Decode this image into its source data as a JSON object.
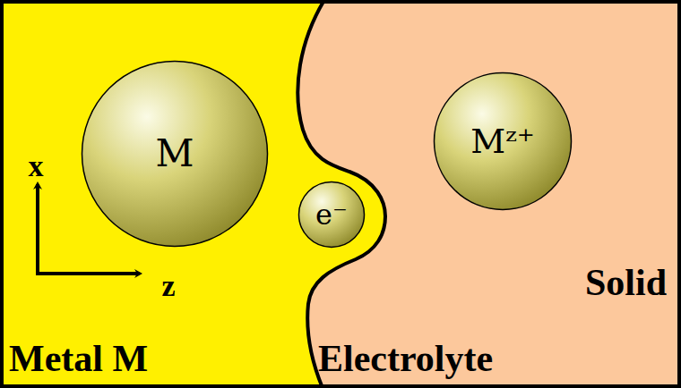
{
  "diagram": {
    "nodes": [
      {
        "text": [
          "M"
        ]
      },
      {
        "text": [
          "e⁻"
        ]
      },
      {
        "text": [
          "Mᶻ⁺"
        ]
      }
    ],
    "labels": [
      "x",
      "z",
      "Solid",
      "Electrolyte",
      "Metal M"
    ]
  }
}
